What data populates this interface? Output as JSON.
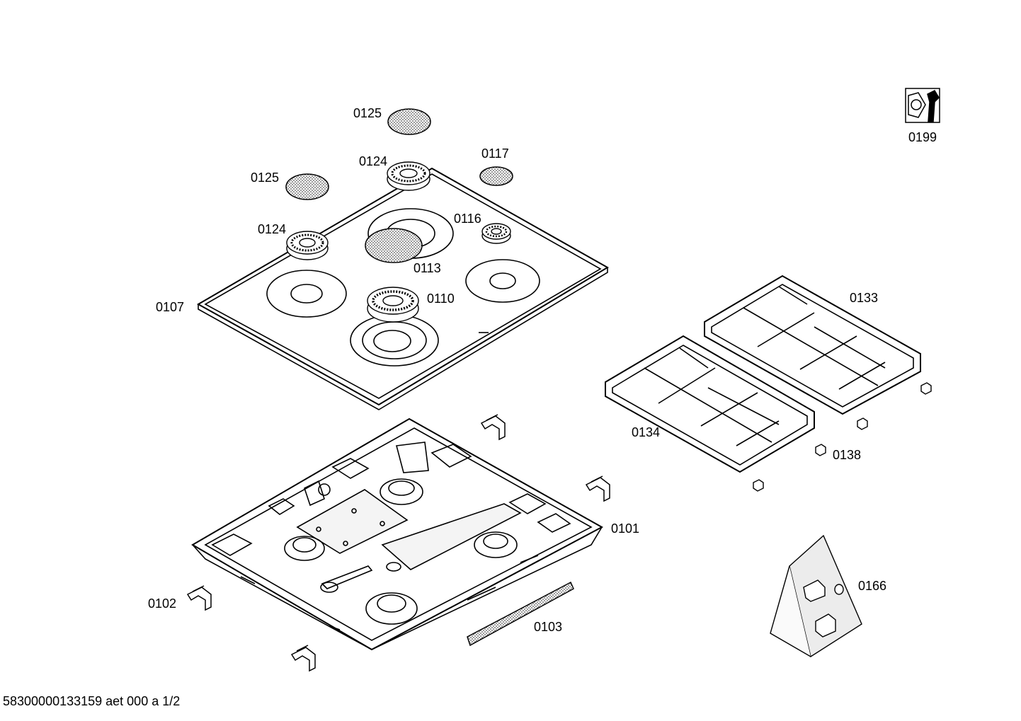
{
  "labels": {
    "p0125a": "0125",
    "p0125b": "0125",
    "p0124a": "0124",
    "p0124b": "0124",
    "p0117": "0117",
    "p0116": "0116",
    "p0113": "0113",
    "p0110": "0110",
    "p0107": "0107",
    "p0133": "0133",
    "p0134": "0134",
    "p0138": "0138",
    "p0101": "0101",
    "p0102": "0102",
    "p0103": "0103",
    "p0166": "0166",
    "p0199": "0199"
  },
  "footer": "58300000133159 aet 000 a 1/2",
  "colors": {
    "line": "#000000",
    "hatch": "#9a9a9a",
    "paper": "#ffffff",
    "shade": "#e6e6e6"
  }
}
